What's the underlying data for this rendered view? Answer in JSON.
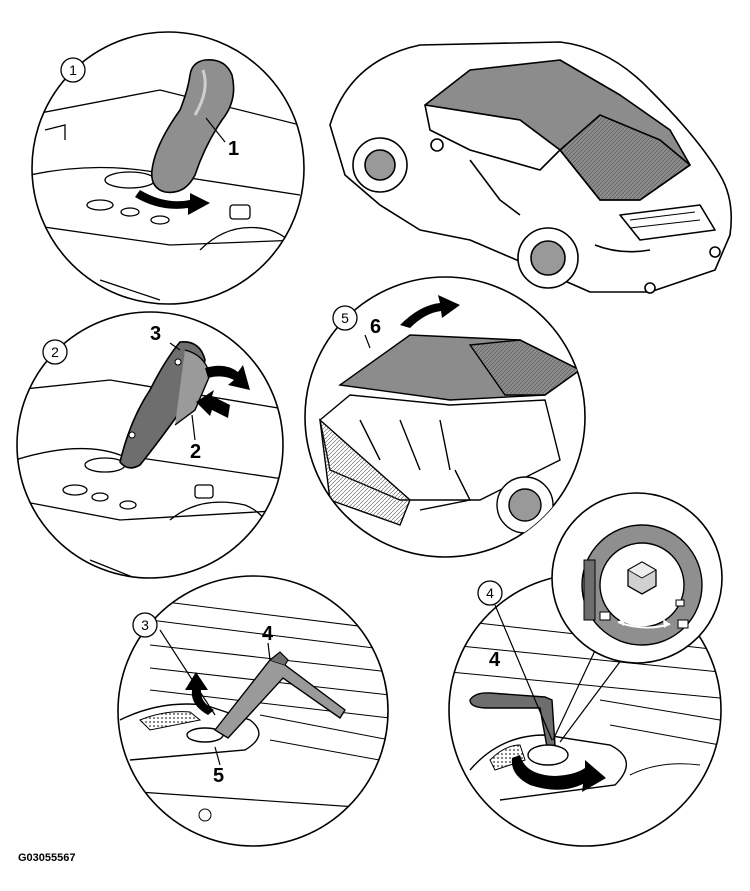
{
  "figure_code": "G03055567",
  "steps": [
    {
      "number": "1",
      "parts": [
        "1"
      ]
    },
    {
      "number": "2",
      "parts": [
        "3",
        "2"
      ]
    },
    {
      "number": "3",
      "parts": [
        "4",
        "5"
      ]
    },
    {
      "number": "4",
      "parts": [
        "4"
      ]
    },
    {
      "number": "5",
      "parts": [
        "6"
      ]
    }
  ],
  "colors": {
    "line": "#000000",
    "part_dark": "#6e6e6e",
    "part_mid": "#9a9a9a",
    "roof": "#8c8c8c",
    "background": "#ffffff"
  }
}
